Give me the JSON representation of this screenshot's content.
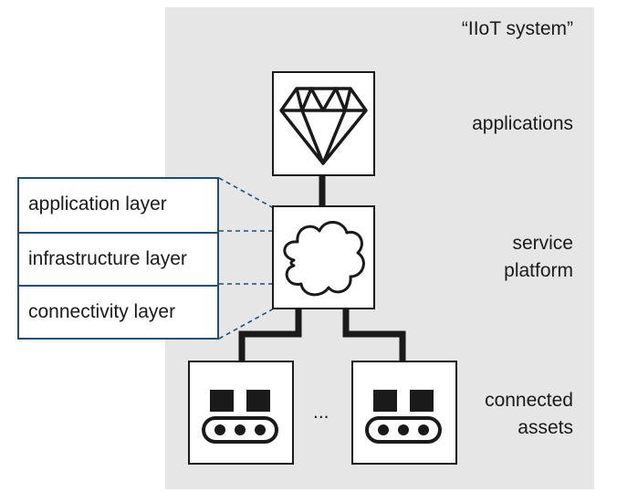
{
  "system_label": "“IIoT system”",
  "tiers": {
    "applications": "applications",
    "service_platform": [
      "service",
      "platform"
    ],
    "connected_assets": [
      "connected",
      "assets"
    ]
  },
  "layers": [
    "application layer",
    "infrastructure layer",
    "connectivity layer"
  ],
  "ellipsis": "...",
  "icons": {
    "applications": "diamond-icon",
    "service_platform": "cloud-icon",
    "asset": "conveyor-icon"
  },
  "colors": {
    "panel": "#e6e6e6",
    "layer_border": "#1d4f7a",
    "line": "#1a1a1a"
  }
}
